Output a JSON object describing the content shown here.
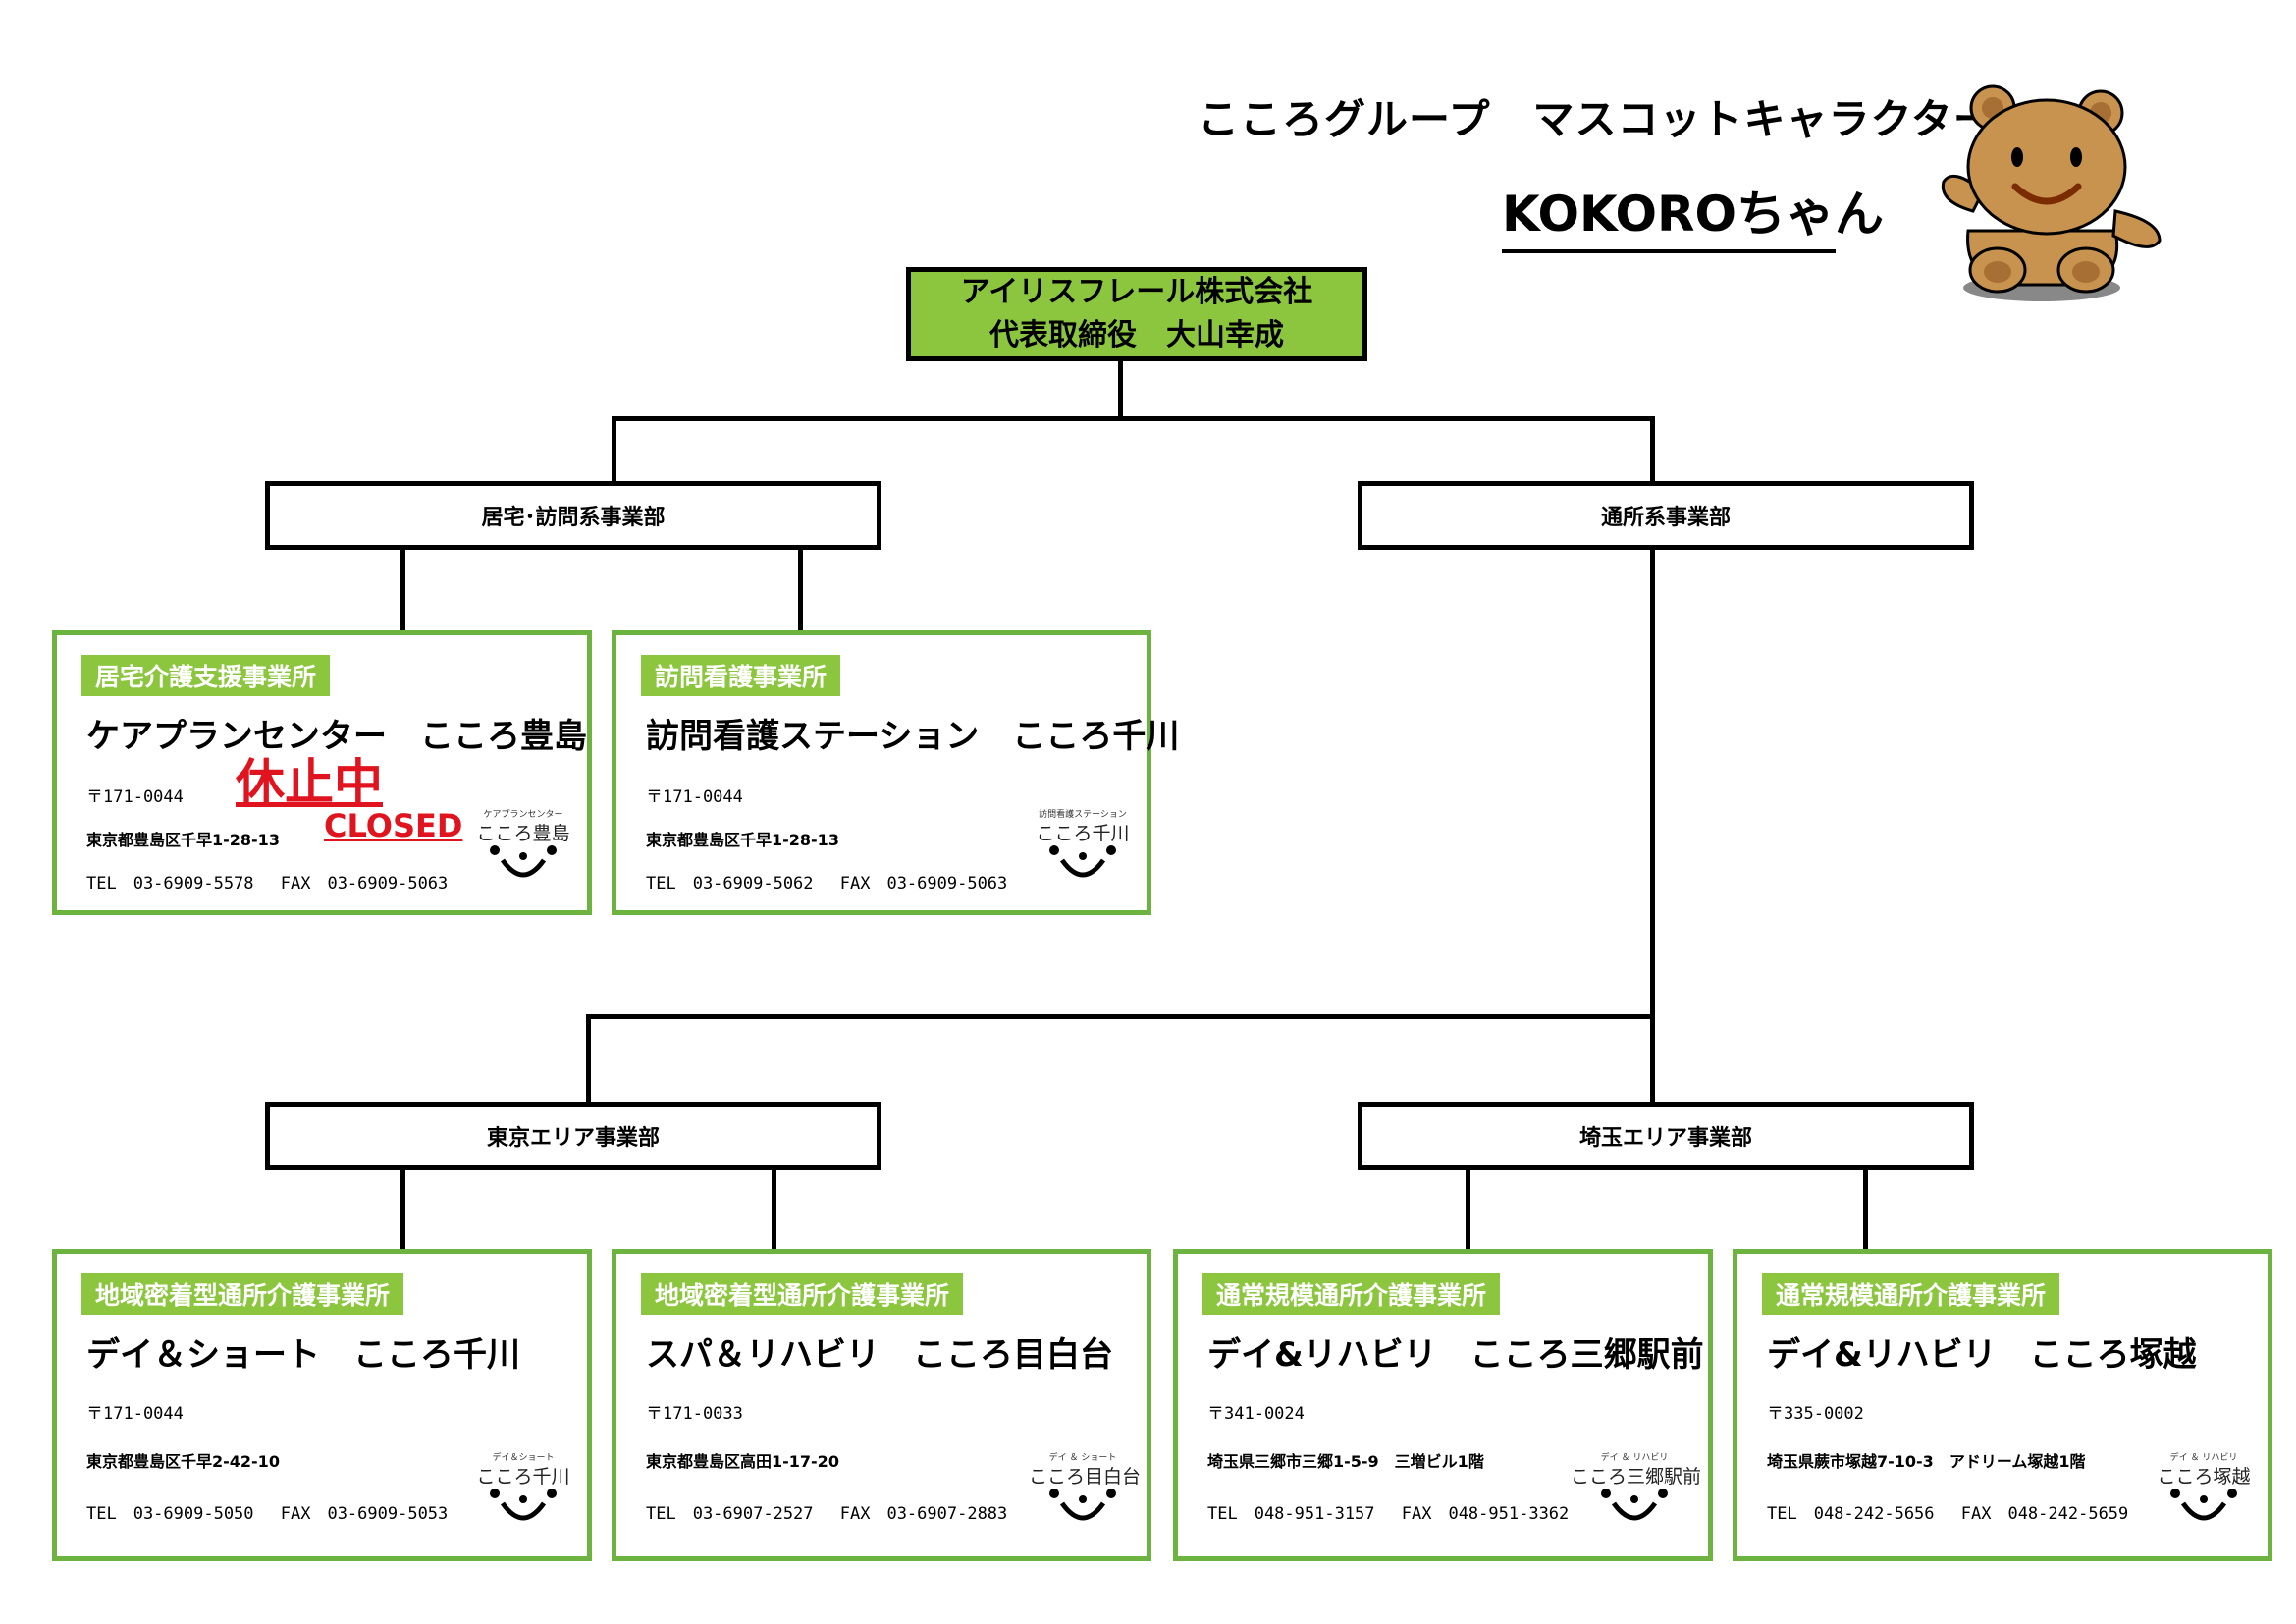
{
  "header": {
    "title": "こころグループ　マスコットキャラクター",
    "mascot_name": "KOKOROちゃん"
  },
  "company": {
    "name": "アイリスフレール株式会社",
    "ceo": "代表取締役　大山幸成"
  },
  "departments": {
    "home_visit": "居宅･訪問系事業部",
    "day_service": "通所系事業部",
    "tokyo": "東京エリア事業部",
    "saitama": "埼玉エリア事業部"
  },
  "offices": [
    {
      "tag": "居宅介護支援事業所",
      "name": "ケアプランセンター　こころ豊島",
      "zip": "〒171-0044",
      "address": "東京都豊島区千早1-28-13",
      "tel": "TEL　03-6909-5578　 FAX　03-6909-5063",
      "logo_small": "ケアプランセンター",
      "logo_name": "こころ豊島",
      "status_ja": "休止中",
      "status_en": "CLOSED"
    },
    {
      "tag": "訪問看護事業所",
      "name": "訪問看護ステーション　こころ千川",
      "zip": "〒171-0044",
      "address": "東京都豊島区千早1-28-13",
      "tel": "TEL　03-6909-5062　 FAX　03-6909-5063",
      "logo_small": "訪問看護ステーション",
      "logo_name": "こころ千川"
    },
    {
      "tag": "地域密着型通所介護事業所",
      "name": "デイ＆ショート　こころ千川",
      "zip": "〒171-0044",
      "address": "東京都豊島区千早2-42-10",
      "tel": "TEL　03-6909-5050　 FAX　03-6909-5053",
      "logo_small": "デイ＆ショート",
      "logo_name": "こころ千川"
    },
    {
      "tag": "地域密着型通所介護事業所",
      "name": "スパ＆リハビリ　こころ目白台",
      "zip": "〒171-0033",
      "address": "東京都豊島区高田1-17-20",
      "tel": "TEL　03-6907-2527　 FAX　03-6907-2883",
      "logo_small": "デイ ＆ ショート",
      "logo_name": "こころ目白台"
    },
    {
      "tag": "通常規模通所介護事業所",
      "name": "デイ&リハビリ　こころ三郷駅前",
      "zip": "〒341-0024",
      "address": "埼玉県三郷市三郷1-5-9　三増ビル1階",
      "tel": "TEL　048-951-3157　 FAX　048-951-3362",
      "logo_small": "デイ ＆ リハビリ",
      "logo_name": "こころ三郷駅前"
    },
    {
      "tag": "通常規模通所介護事業所",
      "name": "デイ&リハビリ　こころ塚越",
      "zip": "〒335-0002",
      "address": "埼玉県蕨市塚越7-10-3　アドリーム塚越1階",
      "tel": "TEL　048-242-5656　 FAX　048-242-5659",
      "logo_small": "デイ ＆ リハビリ",
      "logo_name": "こころ塚越"
    }
  ],
  "colors": {
    "green_fill": "#8cc63f",
    "green_border": "#6db33f",
    "closed_red": "#e0141e"
  }
}
